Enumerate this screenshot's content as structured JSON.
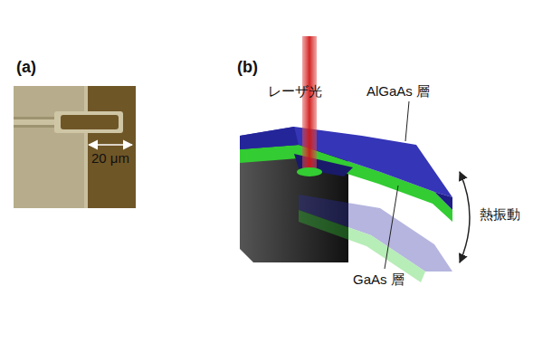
{
  "diagram": {
    "labels": [
      "(a)",
      "(b)",
      "20 μm",
      "レーザ光",
      "AlGaAs 層",
      "GaAs 層",
      "熱振動"
    ]
  }
}
